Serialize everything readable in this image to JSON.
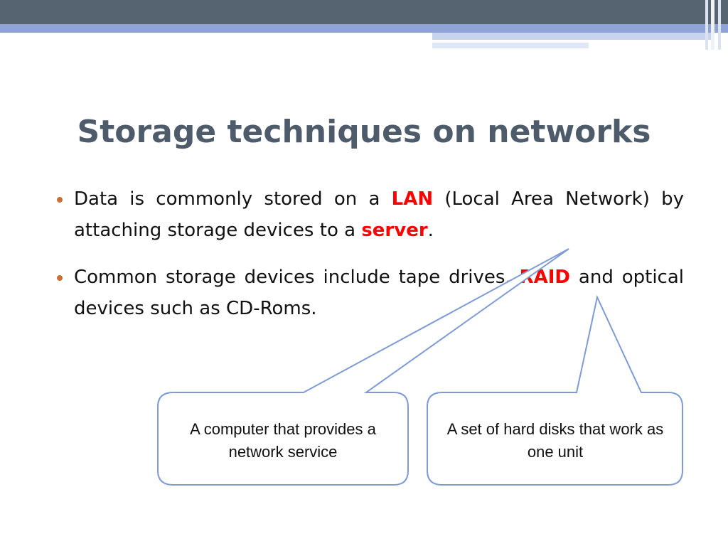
{
  "slide": {
    "title": "Storage techniques on networks",
    "bullets": [
      {
        "parts": [
          {
            "text": "Data is commonly stored on a ",
            "highlight": false
          },
          {
            "text": "LAN",
            "highlight": true
          },
          {
            "text": " (Local Area Network) by attaching storage devices to a ",
            "highlight": false
          },
          {
            "text": "server",
            "highlight": true
          },
          {
            "text": ".",
            "highlight": false
          }
        ]
      },
      {
        "parts": [
          {
            "text": "Common storage devices include tape drives, ",
            "highlight": false
          },
          {
            "text": "RAID",
            "highlight": true
          },
          {
            "text": " and optical devices such as CD-Roms.",
            "highlight": false
          }
        ]
      }
    ],
    "callouts": {
      "server": "A computer that provides a network service",
      "raid": "A set of hard disks that work as one unit"
    }
  },
  "colors": {
    "title": "#4d5b6a",
    "highlight": "#ff0000",
    "bullet_dot": "#c96f3a",
    "top_band_dark": "#566371",
    "top_band_light": "#8fa3d6",
    "callout_stroke": "#7f9bd3"
  }
}
